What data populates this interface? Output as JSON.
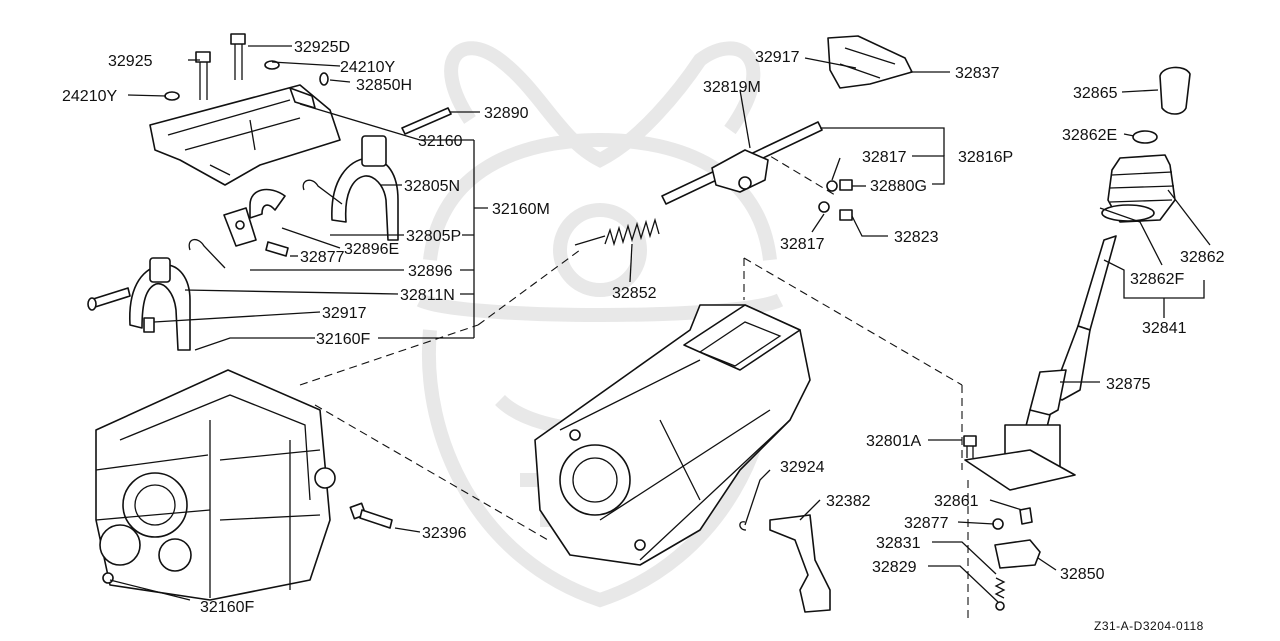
{
  "diagram": {
    "code": "Z31-A-D3204-0118",
    "watermark": "samurai-helmet-watermark-icon",
    "callouts": [
      {
        "id": "c-32925",
        "label": "32925"
      },
      {
        "id": "c-32925D",
        "label": "32925D"
      },
      {
        "id": "c-24210Y-a",
        "label": "24210Y"
      },
      {
        "id": "c-24210Y-b",
        "label": "24210Y"
      },
      {
        "id": "c-32850H",
        "label": "32850H"
      },
      {
        "id": "c-32890",
        "label": "32890"
      },
      {
        "id": "c-32160",
        "label": "32160"
      },
      {
        "id": "c-32805N",
        "label": "32805N"
      },
      {
        "id": "c-32160M",
        "label": "32160M"
      },
      {
        "id": "c-32896E",
        "label": "32896E"
      },
      {
        "id": "c-32805P",
        "label": "32805P"
      },
      {
        "id": "c-32877-a",
        "label": "32877"
      },
      {
        "id": "c-32896",
        "label": "32896"
      },
      {
        "id": "c-32811N",
        "label": "32811N"
      },
      {
        "id": "c-32917-a",
        "label": "32917"
      },
      {
        "id": "c-32160F-a",
        "label": "32160F"
      },
      {
        "id": "c-32396",
        "label": "32396"
      },
      {
        "id": "c-32160F-b",
        "label": "32160F"
      },
      {
        "id": "c-32917-b",
        "label": "32917"
      },
      {
        "id": "c-32837",
        "label": "32837"
      },
      {
        "id": "c-32819M",
        "label": "32819M"
      },
      {
        "id": "c-32817-a",
        "label": "32817"
      },
      {
        "id": "c-32816P",
        "label": "32816P"
      },
      {
        "id": "c-32880G",
        "label": "32880G"
      },
      {
        "id": "c-32817-b",
        "label": "32817"
      },
      {
        "id": "c-32823",
        "label": "32823"
      },
      {
        "id": "c-32852",
        "label": "32852"
      },
      {
        "id": "c-32865",
        "label": "32865"
      },
      {
        "id": "c-32862E",
        "label": "32862E"
      },
      {
        "id": "c-32862",
        "label": "32862"
      },
      {
        "id": "c-32862F",
        "label": "32862F"
      },
      {
        "id": "c-32841",
        "label": "32841"
      },
      {
        "id": "c-32875",
        "label": "32875"
      },
      {
        "id": "c-32801A",
        "label": "32801A"
      },
      {
        "id": "c-32924",
        "label": "32924"
      },
      {
        "id": "c-32382",
        "label": "32382"
      },
      {
        "id": "c-32861",
        "label": "32861"
      },
      {
        "id": "c-32877-b",
        "label": "32877"
      },
      {
        "id": "c-32831",
        "label": "32831"
      },
      {
        "id": "c-32850",
        "label": "32850"
      },
      {
        "id": "c-32829",
        "label": "32829"
      }
    ]
  }
}
